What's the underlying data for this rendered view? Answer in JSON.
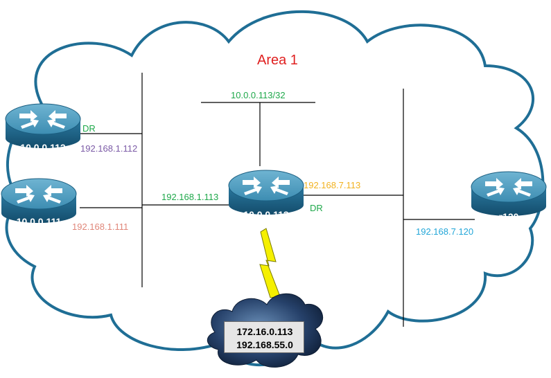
{
  "area": {
    "title": "Area 1",
    "color": "#e02020"
  },
  "routers": {
    "r112": {
      "label": "10.0.0.112",
      "dr_label": "DR",
      "ip_label": "192.168.1.112"
    },
    "r111": {
      "label": "10.0.0.111",
      "ip_label": "192.168.1.111"
    },
    "r113": {
      "label": "10.0.0.113",
      "loopback_label": "10.0.0.113/32",
      "ip_lan1_label": "192.168.1.113",
      "ip_lan7_label": "192.168.7.113",
      "dr_label": "DR"
    },
    "r120": {
      "label": "r120",
      "ip_label": "192.168.7.120"
    }
  },
  "external": {
    "lines": [
      "172.16.0.113",
      "192.168.55.0"
    ]
  },
  "colors": {
    "cloud_stroke": "#1f6e95",
    "router_body": "#2f7fa3",
    "green": "#1ea84a",
    "purple": "#7b5aa6",
    "salmon": "#e0877a",
    "orange": "#f2b21f",
    "cyan": "#21a6d8",
    "lightning": "#f5f000"
  },
  "icons": [
    "router-icon",
    "lightning-icon",
    "external-cloud-icon"
  ]
}
